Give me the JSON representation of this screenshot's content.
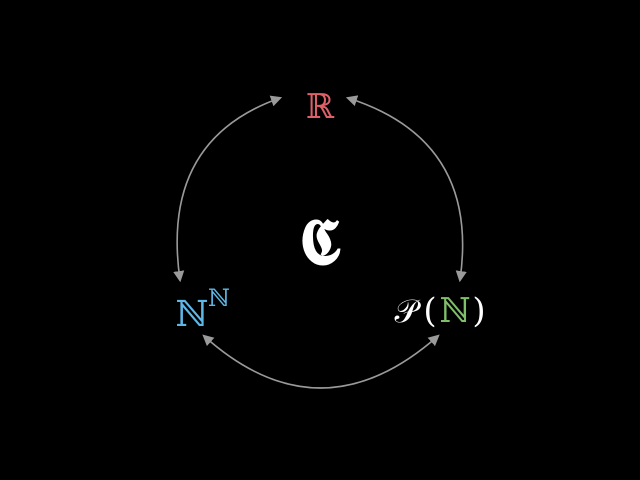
{
  "diagram": {
    "background": "#000000",
    "arrow_color": "#9a9a9a",
    "center": {
      "symbol": "𝕮",
      "color": "#ffffff"
    },
    "nodes": {
      "reals": {
        "symbol": "ℝ",
        "color": "#e0606a"
      },
      "baire": {
        "base": "ℕ",
        "exponent": "ℕ",
        "color": "#5fb7e6"
      },
      "powerset": {
        "operator": "𝒫",
        "open_paren": "(",
        "argument": "ℕ",
        "close_paren": ")",
        "operator_color": "#ffffff",
        "argument_color": "#7fbf6a"
      }
    },
    "edges": [
      {
        "from": "reals",
        "to": "baire",
        "bidirectional": true
      },
      {
        "from": "reals",
        "to": "powerset",
        "bidirectional": true
      },
      {
        "from": "baire",
        "to": "powerset",
        "bidirectional": true
      }
    ]
  }
}
